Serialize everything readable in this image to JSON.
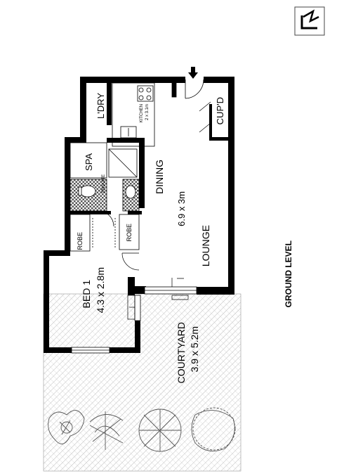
{
  "plan": {
    "rooms": {
      "laundry": "L'DRY",
      "kitchen": "KITCHEN",
      "kitchen_size": "2 x 3.1m",
      "cupboard": "CUP'D",
      "spa": "SPA",
      "ensuite": "ENSUITE",
      "dining": "DINING",
      "living_size": "6.9 x 3m",
      "lounge": "LOUNGE",
      "robe_left": "ROBE",
      "robe_right": "ROBE",
      "bed": "BED 1",
      "bed_size": "4.3 x 2.8m",
      "courtyard": "COURTYARD",
      "courtyard_size": "3.9 x 5.2m"
    },
    "level": "GROUND LEVEL"
  }
}
